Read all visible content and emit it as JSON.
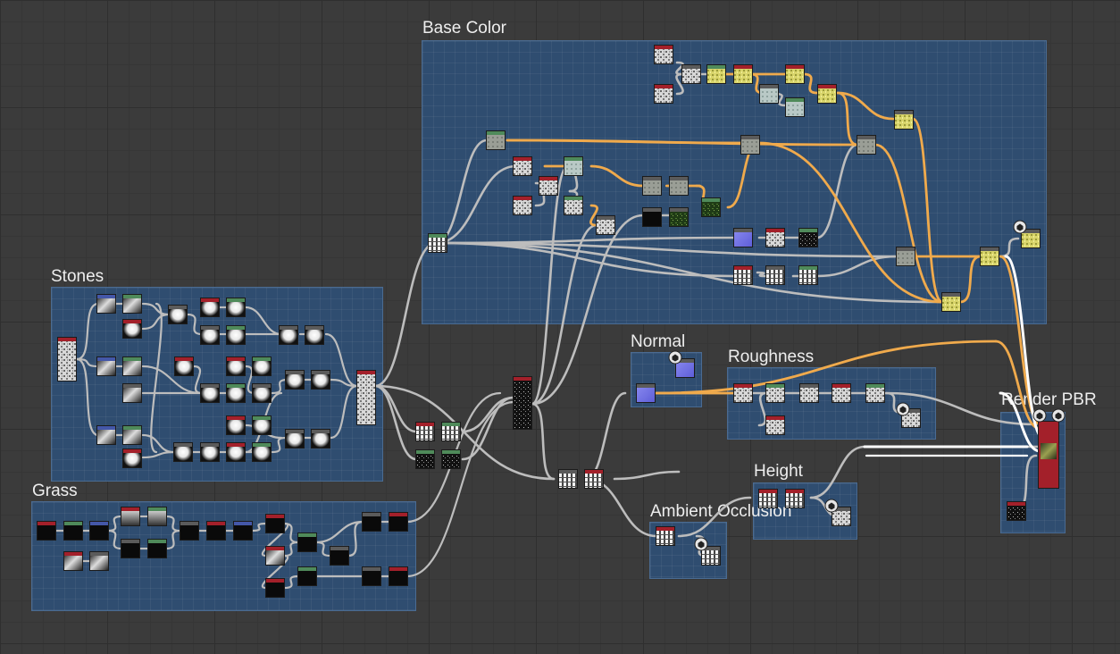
{
  "frames": {
    "base_color": {
      "title": "Base Color"
    },
    "stones": {
      "title": "Stones"
    },
    "grass": {
      "title": "Grass"
    },
    "normal": {
      "title": "Normal"
    },
    "roughness": {
      "title": "Roughness"
    },
    "height": {
      "title": "Height"
    },
    "ambient_occlusion": {
      "title": "Ambient Occlusion"
    },
    "render_pbr": {
      "title": "Render PBR"
    }
  },
  "colors": {
    "canvas": "#3b3b3b",
    "frame": "#2f4d70",
    "link_gray": "#bdbdbd",
    "link_orange": "#f0aa4c",
    "link_white": "#ffffff",
    "header_red": "#a3202a",
    "header_green": "#4f8a5a",
    "header_gray": "#5b5b5b",
    "header_blue": "#4457a8"
  },
  "icons": {
    "node_output_icon": "cube-icon",
    "render_icon": "render-icon"
  }
}
